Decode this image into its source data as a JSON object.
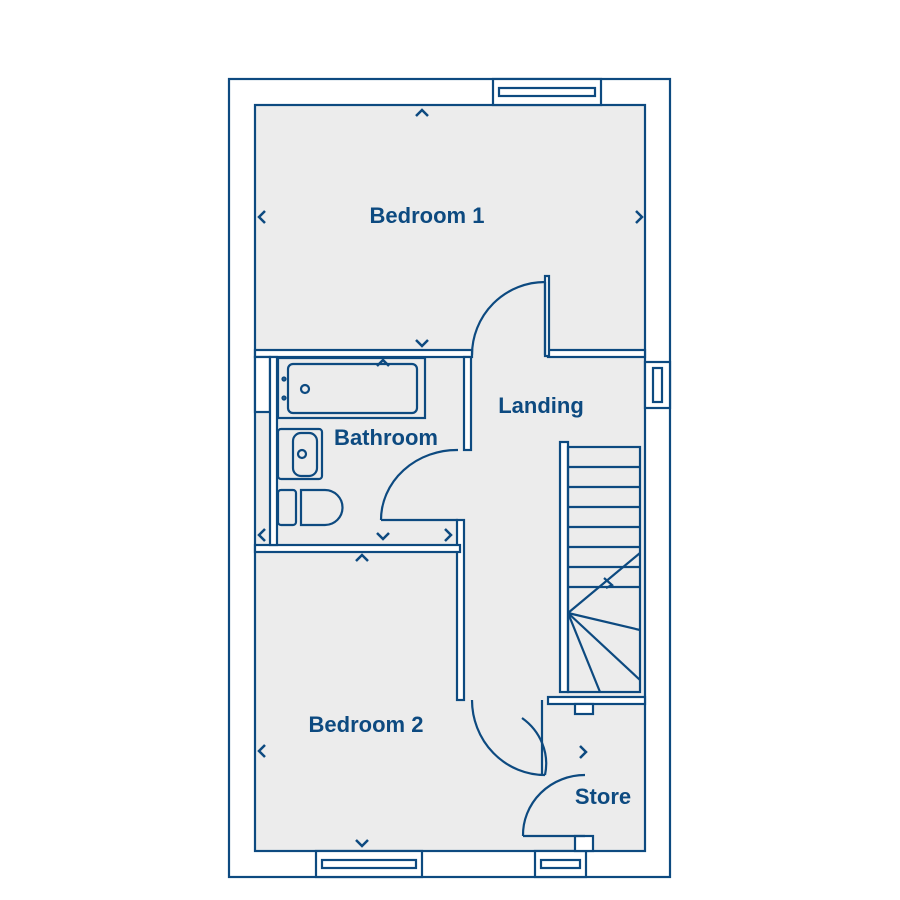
{
  "colors": {
    "line": "#0d4a80",
    "floor": "#ececec",
    "wall": "#ffffff"
  },
  "rooms": [
    {
      "id": "bedroom-1",
      "label": "Bedroom 1"
    },
    {
      "id": "landing",
      "label": "Landing"
    },
    {
      "id": "bathroom",
      "label": "Bathroom"
    },
    {
      "id": "bedroom-2",
      "label": "Bedroom 2"
    },
    {
      "id": "store",
      "label": "Store"
    }
  ]
}
